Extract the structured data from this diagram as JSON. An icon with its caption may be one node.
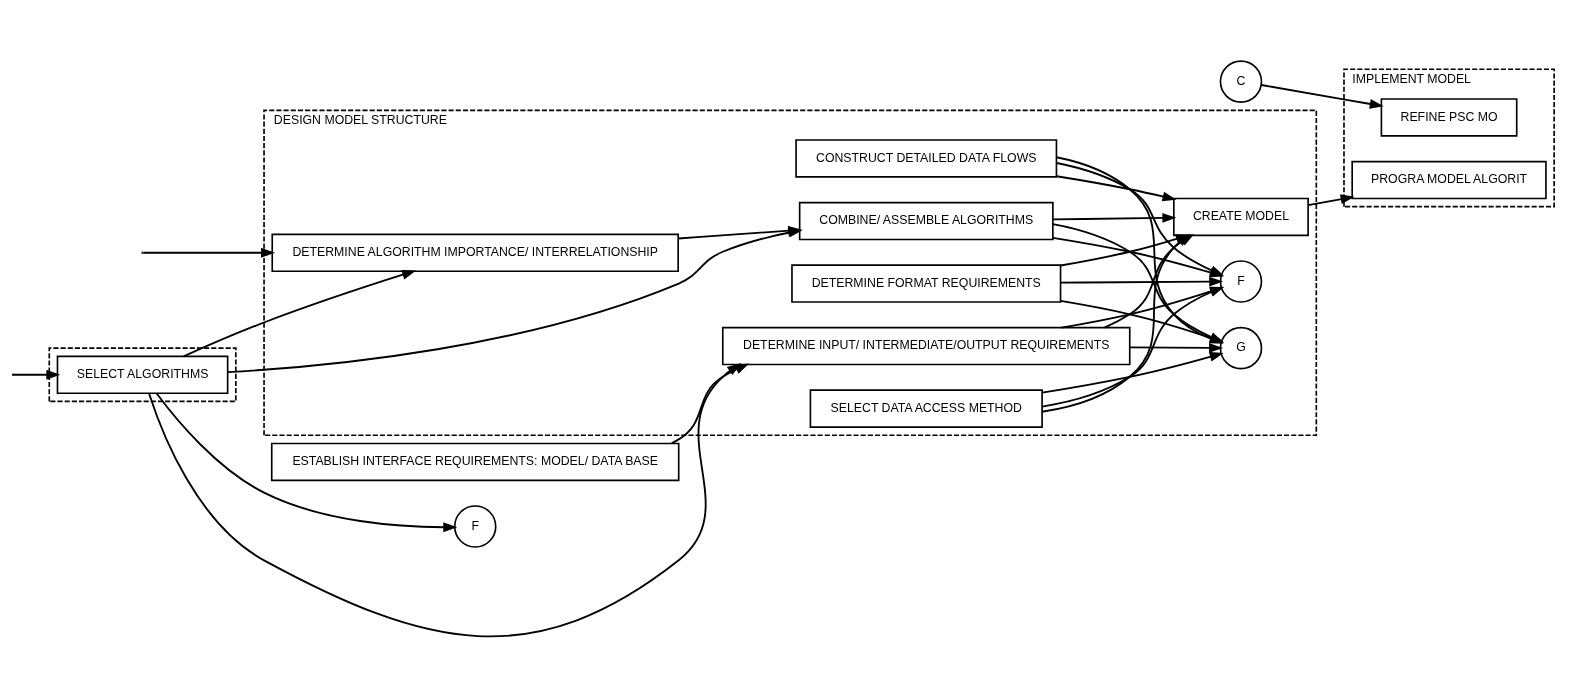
{
  "diagram": {
    "nodes": [
      {
        "text": [],
        "shape": "box"
      },
      {
        "text": [
          "SELECT ALGORITHMS"
        ],
        "in": 0
      },
      {
        "text": [
          "F"
        ]
      },
      {
        "text": [
          "DESIGN MODEL STRUCTURE"
        ]
      },
      {
        "text": [
          "F"
        ],
        "in": 3
      },
      {
        "text": [
          "COMBINE/ ASSEMBLE ALGORITHMS"
        ],
        "in": 3
      },
      {
        "text": [
          "CREATE MODEL"
        ],
        "in": 3
      },
      {
        "text": [
          "DETERMINE ALGORITHM IMPORTANCE/ INTERRELATIONSHIP"
        ],
        "in": 3
      },
      {
        "text": [
          "SELECT DATA ACCESS METHOD"
        ],
        "in": 3
      },
      {
        "text": [
          "CONSTRUCT DETAILED DATA FLOWS"
        ],
        "in": 3
      },
      {
        "text": [
          "DETERMINE INPUT/ INTERMEDIATE/OUTPUT REQUIREMENTS"
        ],
        "in": 3
      },
      {
        "text": [
          "DETERMINE FORMAT REQUIREMENTS"
        ],
        "in": 3
      },
      {
        "text": [
          "G"
        ],
        "in": 3
      },
      {
        "text": [
          "ESTABLISH INTERFACE REQUIREMENTS: MODEL/ DATA BASE"
        ]
      },
      {
        "text": [
          "IMPLEMENT MODEL"
        ]
      },
      {
        "text": [
          "PROGRA MODEL ALGORIT"
        ],
        "in": 14
      },
      {
        "text": [
          "C"
        ]
      },
      {
        "text": [
          "REFINE PSC MO"
        ],
        "in": 14
      }
    ],
    "edges": [
      {
        "from": null,
        "to": 1,
        "arrow": "to"
      },
      {
        "from": 1,
        "to": 2,
        "arrow": "to"
      },
      {
        "from": 1,
        "to": 5,
        "arrow": "to"
      },
      {
        "from": 1,
        "to": 7,
        "arrow": "to"
      },
      {
        "from": 1,
        "to": 10,
        "arrow": "to"
      },
      {
        "from": null,
        "to": 7,
        "arrow": "to"
      },
      {
        "from": 13,
        "to": 10,
        "arrow": "to"
      },
      {
        "from": 7,
        "to": 5,
        "arrow": "to"
      },
      {
        "from": 5,
        "to": 4,
        "arrow": "to"
      },
      {
        "from": 5,
        "to": 6,
        "arrow": "to"
      },
      {
        "from": 5,
        "to": 12,
        "arrow": "to"
      },
      {
        "from": 8,
        "to": 4,
        "arrow": "to"
      },
      {
        "from": 8,
        "to": 6,
        "arrow": "to"
      },
      {
        "from": 8,
        "to": 12,
        "arrow": "to"
      },
      {
        "from": 9,
        "to": 4,
        "arrow": "to"
      },
      {
        "from": 9,
        "to": 6,
        "arrow": "to"
      },
      {
        "from": 9,
        "to": 12,
        "arrow": "to"
      },
      {
        "from": 10,
        "to": 4,
        "arrow": "to"
      },
      {
        "from": 10,
        "to": 6,
        "arrow": "to"
      },
      {
        "from": 10,
        "to": 12,
        "arrow": "to"
      },
      {
        "from": 11,
        "to": 4,
        "arrow": "to"
      },
      {
        "from": 11,
        "to": 6,
        "arrow": "to"
      },
      {
        "from": 11,
        "to": 12,
        "arrow": "to"
      },
      {
        "from": 6,
        "to": 15,
        "arrow": "to"
      },
      {
        "from": 16,
        "to": 17,
        "arrow": "to"
      }
    ]
  }
}
